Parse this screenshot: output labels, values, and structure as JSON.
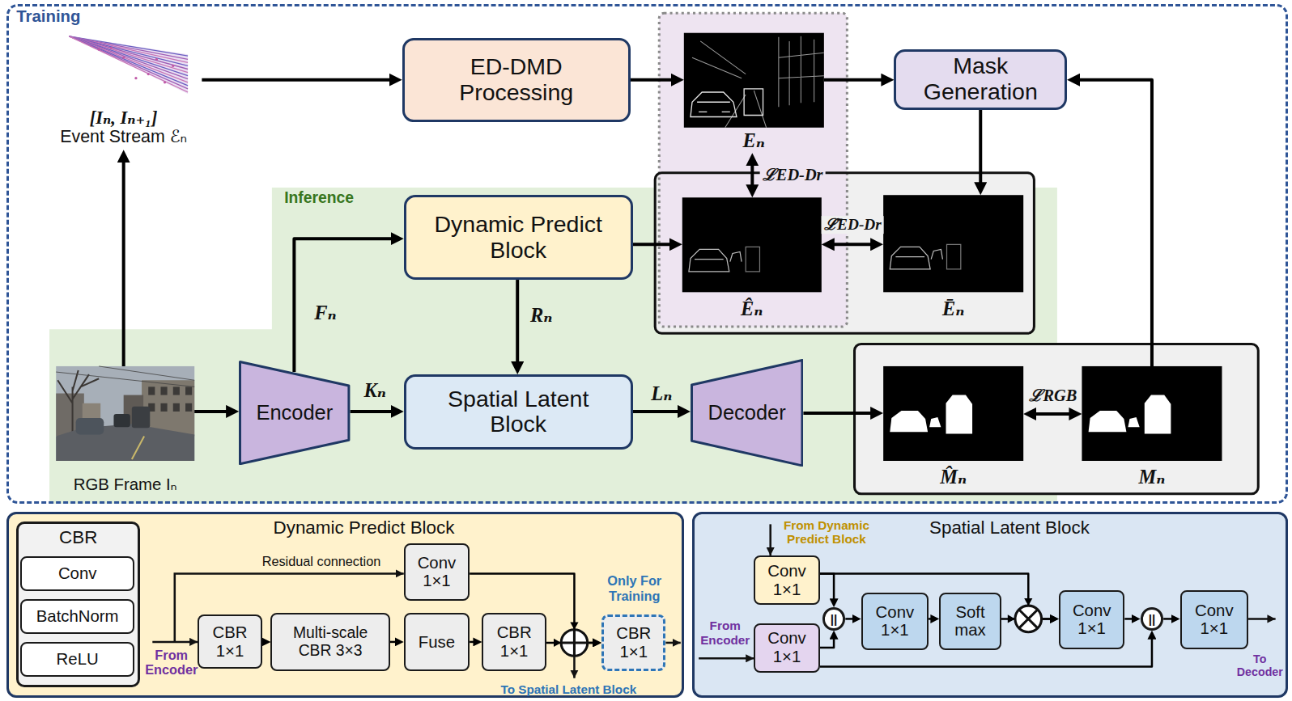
{
  "diagram": {
    "nodes": [
      {
        "text": [
          "Training"
        ]
      },
      {
        "text": [
          "[Iₙ, Iₙ₊₁]",
          "Event Stream ℰₙ"
        ],
        "in": 0
      },
      {
        "text": [
          "ED-DMD Processing"
        ],
        "in": 0
      },
      {
        "text": [
          "Eₙ"
        ],
        "in": 0
      },
      {
        "text": [
          "Mask Generation"
        ],
        "in": 0
      },
      {
        "text": [
          "Inference"
        ],
        "in": 0
      },
      {
        "text": [
          "Dynamic Predict Block"
        ],
        "in": 5
      },
      {
        "text": [
          "Êₙ"
        ],
        "in": 0
      },
      {
        "text": [
          "Ēₙ"
        ],
        "in": 0
      },
      {
        "text": [
          "RGB Frame Iₙ"
        ],
        "in": 5
      },
      {
        "text": [
          "Encoder"
        ],
        "in": 5
      },
      {
        "text": [
          "Spatial Latent Block"
        ],
        "in": 5
      },
      {
        "text": [
          "Decoder"
        ],
        "in": 5
      },
      {
        "text": [
          "M̂ₙ"
        ],
        "in": 0
      },
      {
        "text": [
          "Mₙ"
        ],
        "in": 0
      },
      {
        "text": [
          "Dynamic Predict Block"
        ]
      },
      {
        "text": [
          "CBR"
        ],
        "in": 15
      },
      {
        "text": [
          "Conv"
        ],
        "in": 16
      },
      {
        "text": [
          "BatchNorm"
        ],
        "in": 16
      },
      {
        "text": [
          "ReLU"
        ],
        "in": 16
      },
      {
        "text": [
          "Conv 1×1"
        ],
        "in": 15
      },
      {
        "text": [
          "CBR 1×1"
        ],
        "in": 15
      },
      {
        "text": [
          "Multi-scale CBR 3×3"
        ],
        "in": 15
      },
      {
        "text": [
          "Fuse"
        ],
        "in": 15
      },
      {
        "text": [
          "CBR 1×1"
        ],
        "in": 15
      },
      {
        "text": [
          "CBR 1×1"
        ],
        "in": 15
      },
      {
        "text": [
          "Spatial Latent Block"
        ]
      },
      {
        "text": [
          "Conv 1×1"
        ],
        "in": 26
      },
      {
        "text": [
          "Conv 1×1"
        ],
        "in": 26
      },
      {
        "text": [
          "||"
        ],
        "in": 26
      },
      {
        "text": [
          "Conv 1×1"
        ],
        "in": 26
      },
      {
        "text": [
          "Soft max"
        ],
        "in": 26
      },
      {
        "text": [
          "Conv 1×1"
        ],
        "in": 26
      },
      {
        "text": [
          "||"
        ],
        "in": 26
      },
      {
        "text": [
          "Conv 1×1"
        ],
        "in": 26
      }
    ],
    "edges": [
      {
        "from": 9,
        "to": 1,
        "arrow": "to"
      },
      {
        "from": 1,
        "to": 2,
        "arrow": "to"
      },
      {
        "from": 2,
        "to": 3,
        "arrow": "to"
      },
      {
        "from": 3,
        "to": 4,
        "arrow": "to"
      },
      {
        "from": 14,
        "to": 4,
        "arrow": "to"
      },
      {
        "from": 4,
        "to": 8,
        "arrow": "to"
      },
      {
        "from": 3,
        "to": 7,
        "label": "ℒED-Dr",
        "arrow": "both"
      },
      {
        "from": 7,
        "to": 8,
        "label": "ℒ̄ED-Dr",
        "arrow": "both"
      },
      {
        "from": 9,
        "to": 10,
        "arrow": "to"
      },
      {
        "from": 10,
        "to": 6,
        "label": "Fₙ",
        "arrow": "to"
      },
      {
        "from": 10,
        "to": 11,
        "label": "Kₙ",
        "arrow": "to"
      },
      {
        "from": 6,
        "to": 7,
        "arrow": "to"
      },
      {
        "from": 6,
        "to": 11,
        "label": "Rₙ",
        "arrow": "to"
      },
      {
        "from": 11,
        "to": 12,
        "label": "Lₙ",
        "arrow": "to"
      },
      {
        "from": 12,
        "to": 13,
        "arrow": "to"
      },
      {
        "from": 13,
        "to": 14,
        "label": "ℒRGB",
        "arrow": "both"
      },
      {
        "from": 21,
        "to": 22,
        "arrow": "to"
      },
      {
        "from": 22,
        "to": 23,
        "arrow": "to"
      },
      {
        "from": 23,
        "to": 24,
        "arrow": "to"
      },
      {
        "from": 24,
        "to": 25,
        "arrow": "to"
      },
      {
        "from": 20,
        "to": 25,
        "arrow": "to"
      },
      {
        "from": 27,
        "to": 29,
        "arrow": "to"
      },
      {
        "from": 27,
        "to": 32,
        "arrow": "to"
      },
      {
        "from": 28,
        "to": 29,
        "arrow": "to"
      },
      {
        "from": 28,
        "to": 33,
        "arrow": "to"
      },
      {
        "from": 29,
        "to": 30,
        "arrow": "to"
      },
      {
        "from": 30,
        "to": 31,
        "arrow": "to"
      },
      {
        "from": 31,
        "to": 32,
        "arrow": "to"
      },
      {
        "from": 32,
        "to": 33,
        "arrow": "to"
      },
      {
        "from": 33,
        "to": 34,
        "arrow": "to"
      }
    ],
    "labels": [
      "Residual connection",
      "From Encoder",
      "Only For Training",
      "To Spatial Latent Block",
      "From Dynamic Predict Block",
      "From Encoder",
      "To Decoder"
    ]
  }
}
